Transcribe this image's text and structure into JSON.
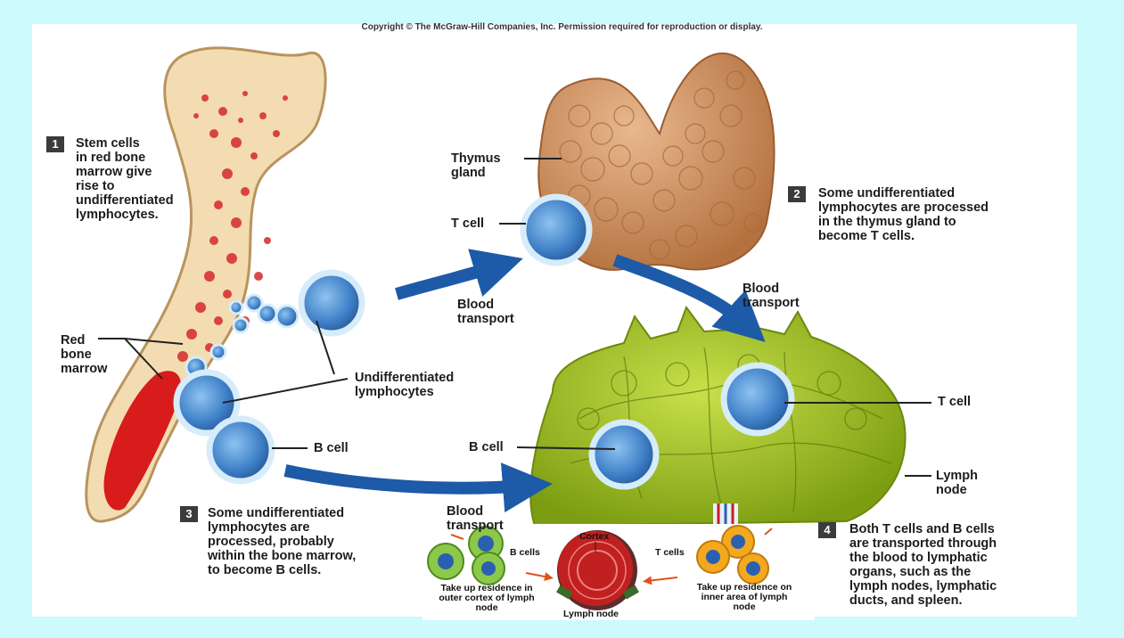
{
  "copyright": "Copyright © The McGraw-Hill Companies, Inc. Permission required for reproduction or display.",
  "steps": [
    {
      "number": "1",
      "text": "Stem cells\nin red bone\nmarrow give\nrise to\nundifferentiated\nlymphocytes."
    },
    {
      "number": "2",
      "text": "Some undifferentiated\nlymphocytes are processed\nin the thymus gland to\nbecome T cells."
    },
    {
      "number": "3",
      "text": "Some undifferentiated\nlymphocytes are\nprocessed, probably\nwithin the bone marrow,\nto become B cells."
    },
    {
      "number": "4",
      "text": "Both T cells and B cells\nare transported through\nthe blood to lymphatic\norgans, such as the\nlymph nodes, lymphatic\nducts, and spleen."
    }
  ],
  "labels": {
    "thymus_gland": "Thymus\ngland",
    "t_cell_thymus": "T cell",
    "red_bone_marrow": "Red\nbone\nmarrow",
    "undifferentiated": "Undifferentiated\nlymphocytes",
    "b_cell_bone": "B cell",
    "blood_transport_1": "Blood\ntransport",
    "blood_transport_2": "Blood\ntransport",
    "blood_transport_3": "Blood\ntransport",
    "t_cell_node": "T cell",
    "b_cell_node": "B cell",
    "lymph_node": "Lymph\nnode"
  },
  "inset": {
    "cortex": "Cortex",
    "b_cells": "B cells",
    "t_cells": "T cells",
    "left_caption": "Take up residence in\nouter cortex of lymph\nnode",
    "right_caption": "Take up residence on\ninner area of lymph\nnode",
    "bottom_label": "Lymph node"
  },
  "colors": {
    "background": "#cdfafd",
    "arrow": "#1d5aa8",
    "bone": "#f3d7a8",
    "marrow": "#d81c1c",
    "thymus": "#c98a5a",
    "lymph_node": "#9cc01f",
    "cell": "#5a9ad8"
  }
}
